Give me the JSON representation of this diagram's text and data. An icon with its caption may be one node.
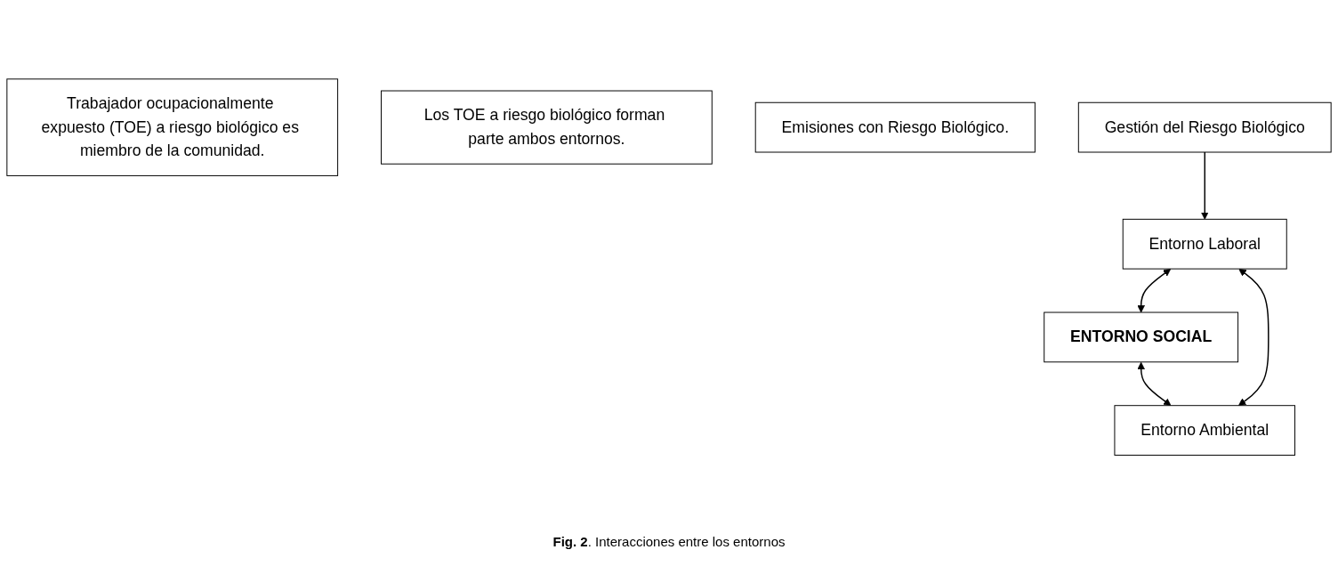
{
  "diagram": {
    "caption": "**Fig. 2**. Interacciones entre los entornos",
    "nodes": [
      {
        "text": [
          "ENTORNO SOCIAL"
        ]
      },
      {
        "text": [
          "Trabajador ocupacionalmente expuesto (TOE) a riesgo biológico es miembro de la comunidad."
        ]
      },
      {
        "text": [
          "Los TOE a riesgo biológico forman parte ambos entornos."
        ]
      },
      {
        "text": [
          "Entorno Laboral"
        ]
      },
      {
        "text": [
          "Entorno Ambiental"
        ]
      },
      {
        "text": [
          "Emisiones con Riesgo Biológico."
        ]
      },
      {
        "text": [
          "Gestión del Riesgo Biológico"
        ]
      }
    ],
    "edges": [
      {
        "from": 3,
        "to": 0,
        "arrow": "both"
      },
      {
        "from": 0,
        "to": 4,
        "arrow": "both"
      },
      {
        "from": 3,
        "to": 4,
        "arrow": "both"
      },
      {
        "from": 6,
        "to": 3,
        "arrow": "to"
      }
    ]
  }
}
